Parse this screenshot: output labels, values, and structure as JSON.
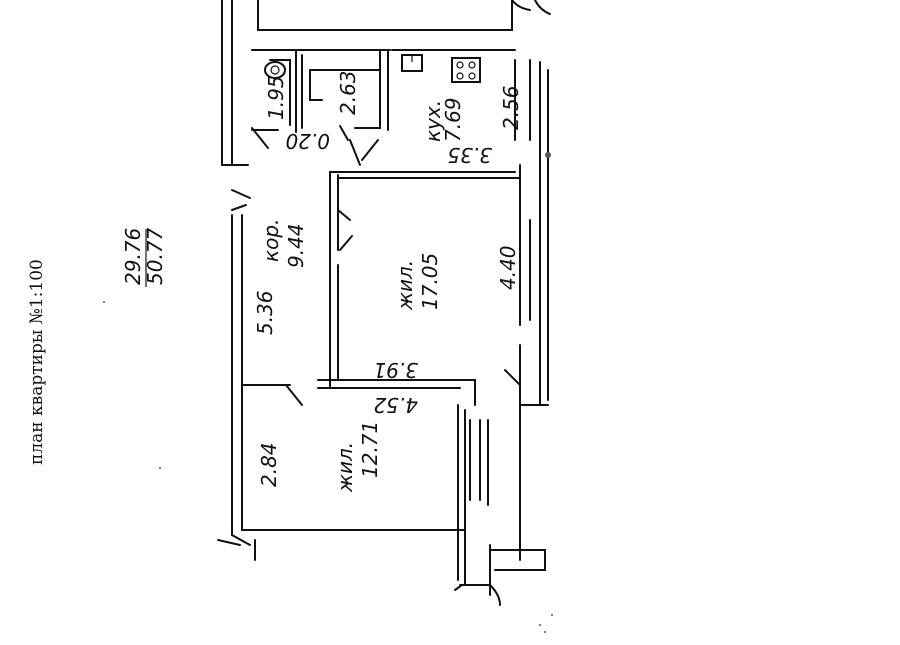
{
  "caption": "план квартиры №1:100",
  "area_total": {
    "living": "29.76",
    "total": "50.77"
  },
  "rooms": {
    "bath": "1.95",
    "wc": "2.63",
    "passage": "0.20",
    "kitchen_name": "кух.",
    "kitchen_area": "7.69",
    "corridor_name": "кор.",
    "corridor_area": "9.44",
    "living1_name": "жил.",
    "living1_area": "17.05",
    "living2_name": "жил.",
    "living2_area": "12.71"
  },
  "dimensions": {
    "kitchen_width": "2.56",
    "kitchen_length": "3.35",
    "corridor_length": "5.36",
    "living1_width": "4.40",
    "living1_length": "3.91",
    "living2_length": "4.52",
    "living2_width": "2.84"
  }
}
